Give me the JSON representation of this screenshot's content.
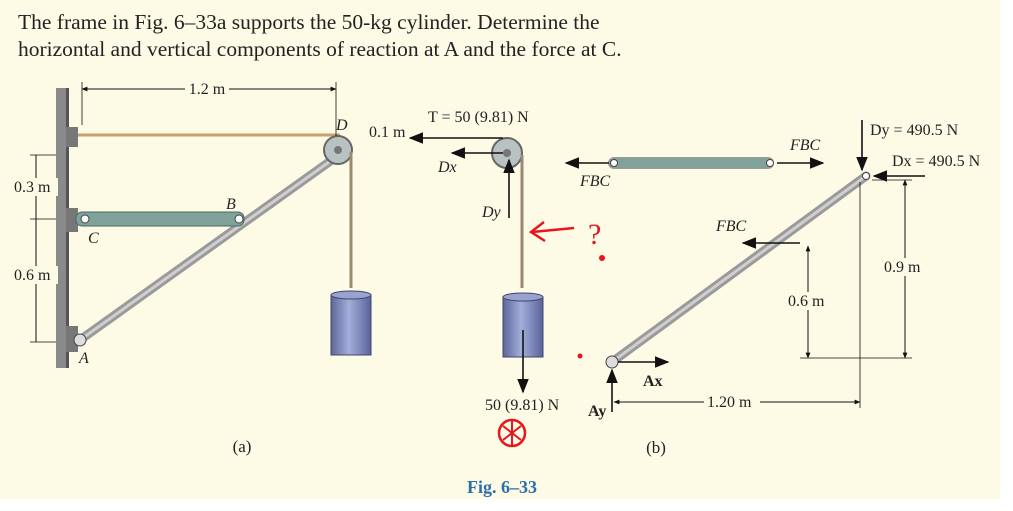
{
  "problem": {
    "line1": "The frame in Fig. 6–33a supports the 50-kg cylinder. Determine the",
    "line2": "horizontal and vertical components of reaction at A and the force at C."
  },
  "figure_a": {
    "dim_top": "1.2 m",
    "dim_left_upper": "0.3 m",
    "dim_left_lower": "0.6 m",
    "dim_radius": "0.1 m",
    "label_A": "A",
    "label_B": "B",
    "label_C": "C",
    "label_D": "D",
    "caption": "(a)"
  },
  "figure_b": {
    "tension": "T = 50 (9.81) N",
    "weight": "50 (9.81) N",
    "Dx": "Dx",
    "Dy": "Dy",
    "FBC_link": "FBC",
    "FBC_upper": "FBC",
    "FBC_on_member": "FBC",
    "Dy_value": "Dy = 490.5 N",
    "Dx_value": "Dx = 490.5 N",
    "dim_09": "0.9 m",
    "dim_06": "0.6 m",
    "dim_120": "1.20 m",
    "Ax": "Ax",
    "Ay": "Ay",
    "caption": "(b)"
  },
  "fig_title": "Fig. 6–33",
  "colors": {
    "panel": "#fdfbe6",
    "member": "#9a9a9a",
    "link": "#7fa29a",
    "cylinder": "#7b86b8",
    "annotation": "#e8141e",
    "fig_title": "#2b6fae"
  }
}
